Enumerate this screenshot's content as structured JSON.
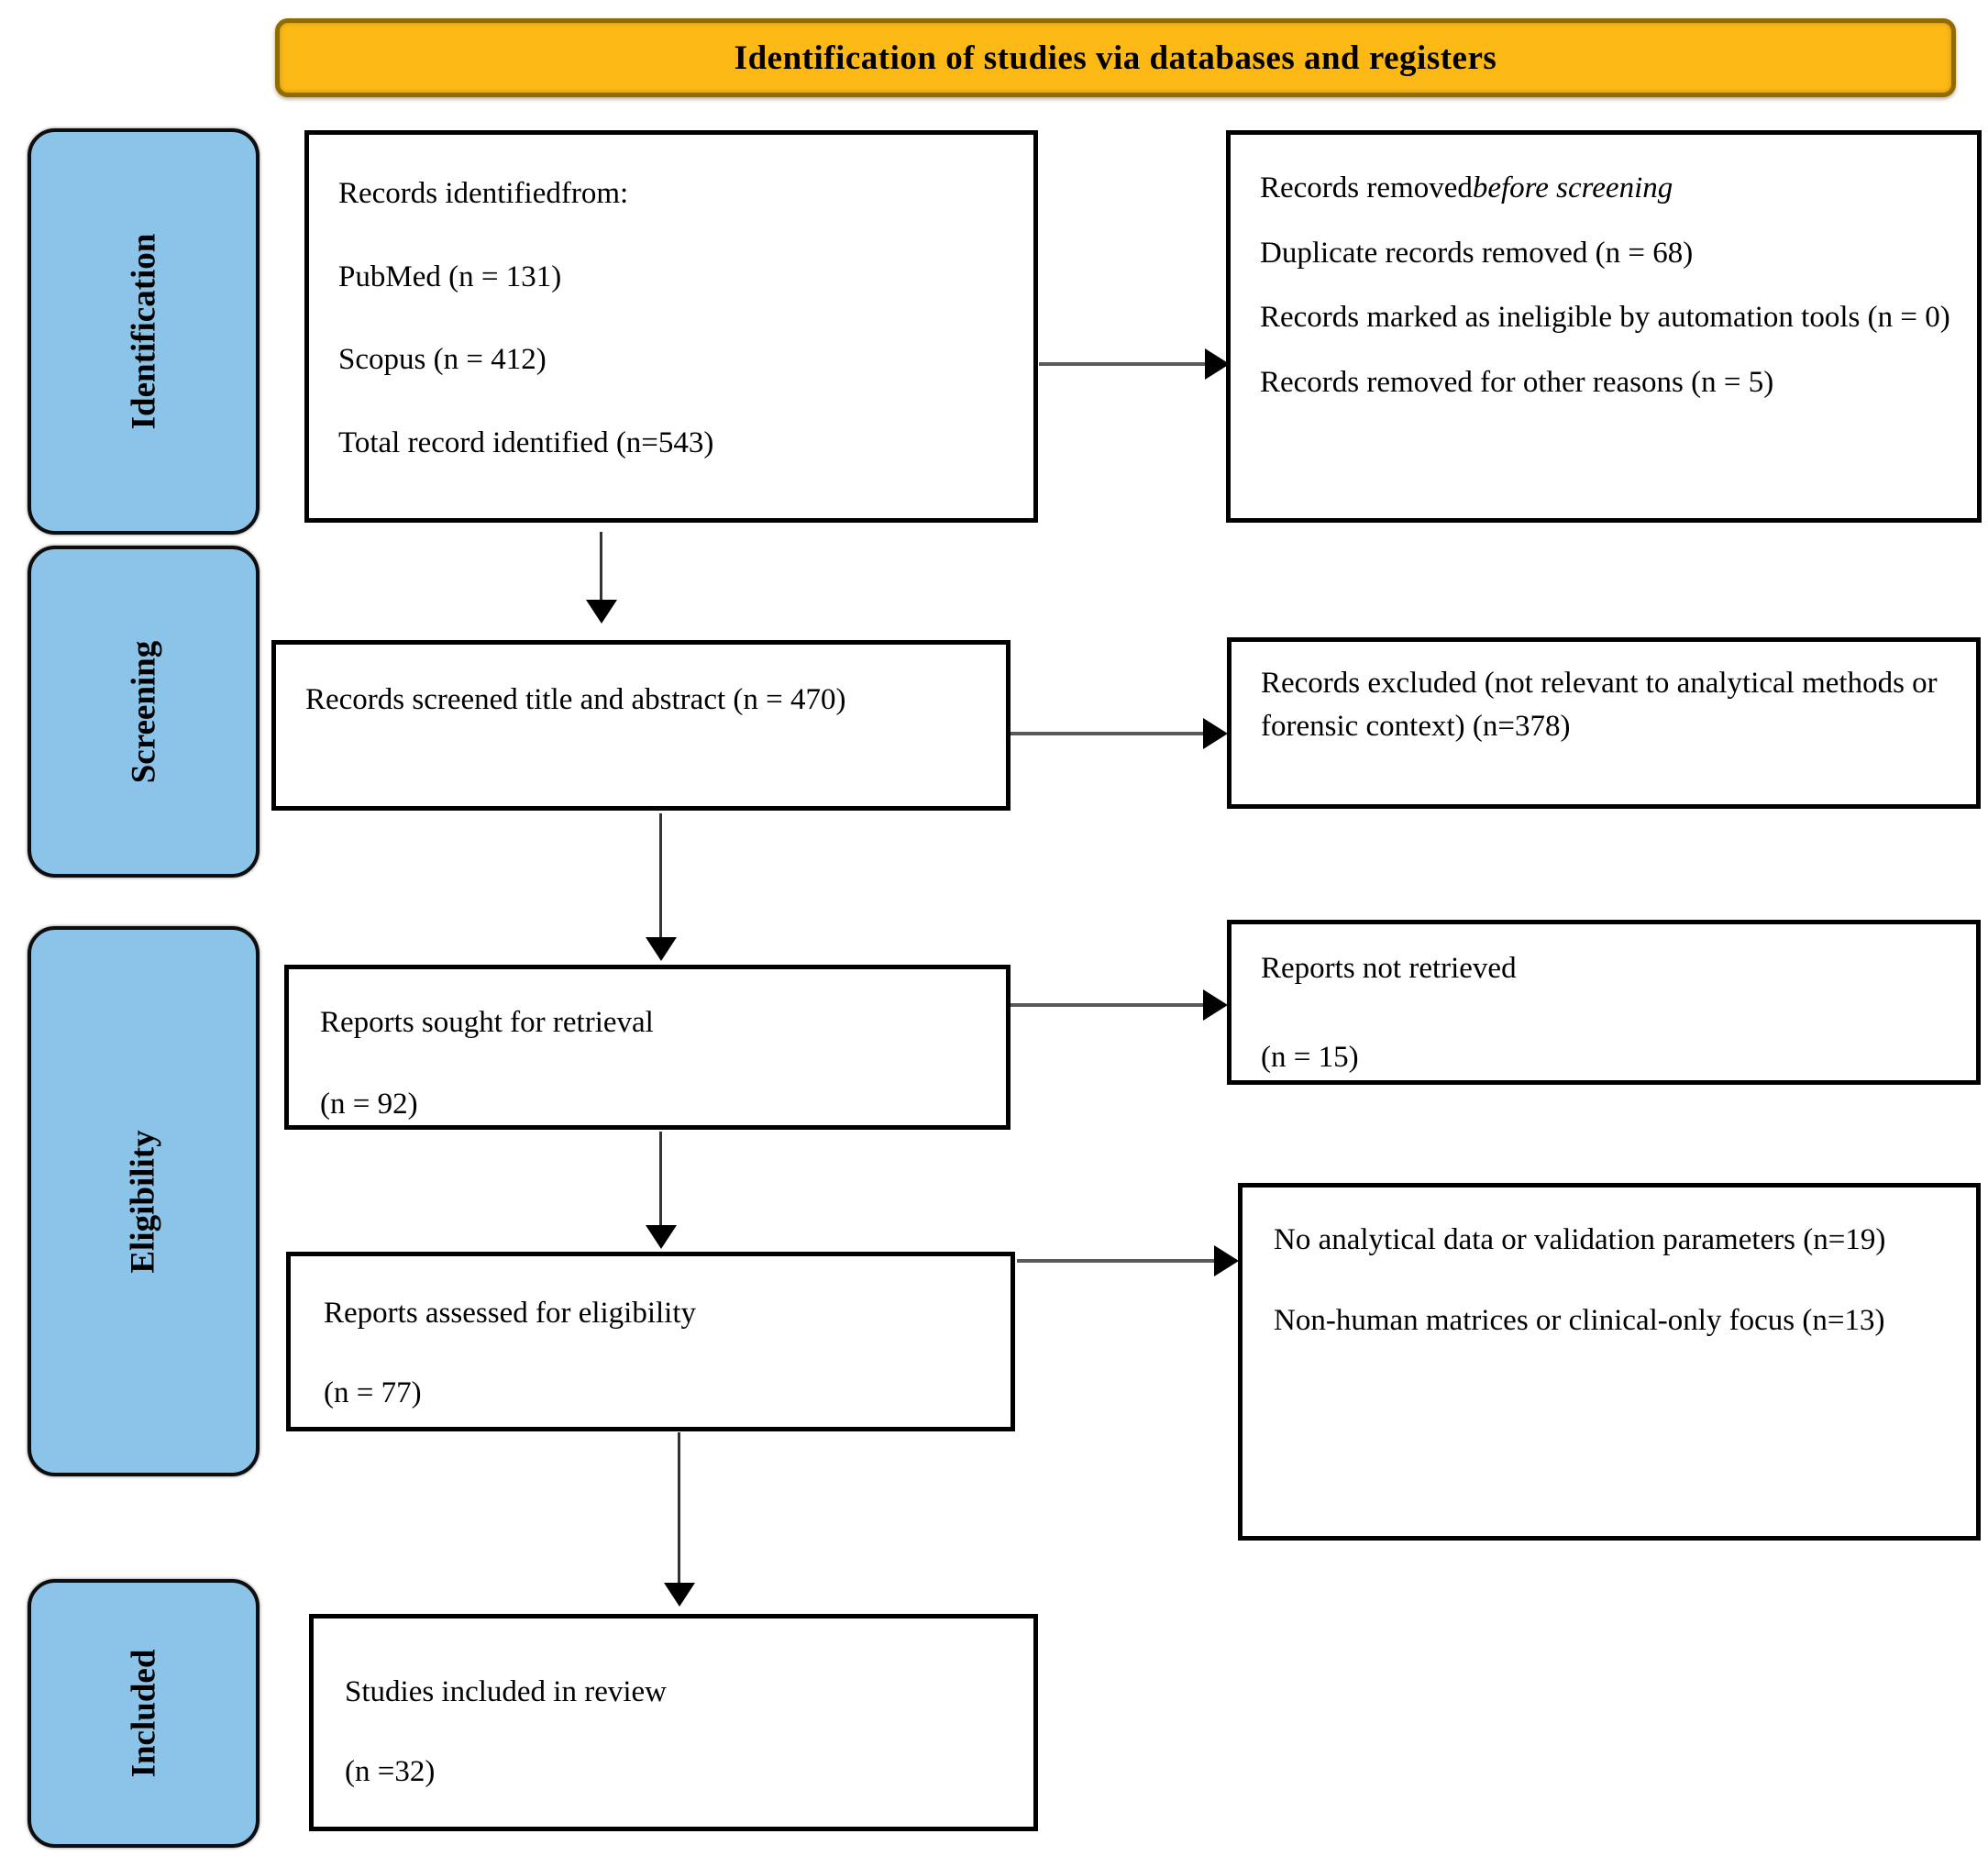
{
  "banner": {
    "title": "Identification of studies via databases and registers"
  },
  "stages": {
    "identification": "Identification",
    "screening": "Screening",
    "eligibility": "Eligibility",
    "included": "Included"
  },
  "boxes": {
    "records_identified": {
      "heading": "Records identifiedfrom:",
      "pubmed": "PubMed (n = 131)",
      "scopus": "Scopus (n = 412)",
      "total": "Total record identified (n=543)"
    },
    "records_removed": {
      "heading_plain": "Records removed",
      "heading_italic": "before screening",
      "duplicates": "Duplicate records removed (n = 68)",
      "ineligible": "Records marked as ineligible by automation tools (n = 0)",
      "other_reasons": "Records removed for other reasons (n = 5)"
    },
    "records_screened": {
      "text": "Records screened title and abstract (n = 470)"
    },
    "records_excluded": {
      "text": "Records excluded (not relevant to analytical methods or forensic context) (n=378)"
    },
    "reports_sought": {
      "text": "Reports sought for retrieval",
      "count": "(n = 92)"
    },
    "reports_not_retrieved": {
      "text": "Reports not retrieved",
      "count": "(n = 15)"
    },
    "reports_assessed": {
      "text": "Reports assessed for eligibility",
      "count": "(n = 77)"
    },
    "reports_excluded_reasons": {
      "reason1": "No analytical data or validation parameters (n=19)",
      "reason2": "Non-human matrices or clinical-only focus (n=13)"
    },
    "studies_included": {
      "text": "Studies included in review",
      "count": "(n =32)"
    }
  },
  "colors": {
    "banner_fill": "#FCB815",
    "banner_border": "#8F6B00",
    "stage_fill": "#8CC3E8",
    "box_border": "#000000",
    "arrow_line": "#5A5A5A",
    "arrow_line_v": "#333333",
    "arrow_head": "#000000"
  }
}
